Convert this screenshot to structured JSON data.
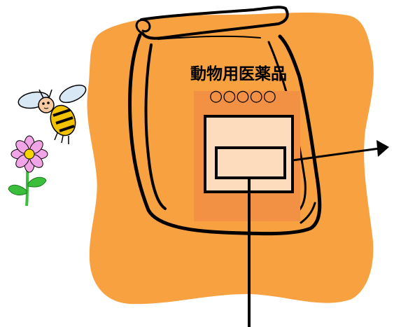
{
  "package": {
    "title": "動物用医薬品",
    "circles": "○○○○○"
  },
  "colors": {
    "blob": "#F7A140",
    "panel": "#F29143",
    "inner_box": "#FDDCBD",
    "outline": "#000000",
    "bee_body": "#F2C200",
    "bee_wing": "#D9E8F5",
    "petal": "#F1A4E6",
    "flower_center": "#F5D400",
    "stem": "#3BBE3B"
  },
  "icons": [
    "bee-icon",
    "flower-icon",
    "arrow-right",
    "arrow-down"
  ]
}
